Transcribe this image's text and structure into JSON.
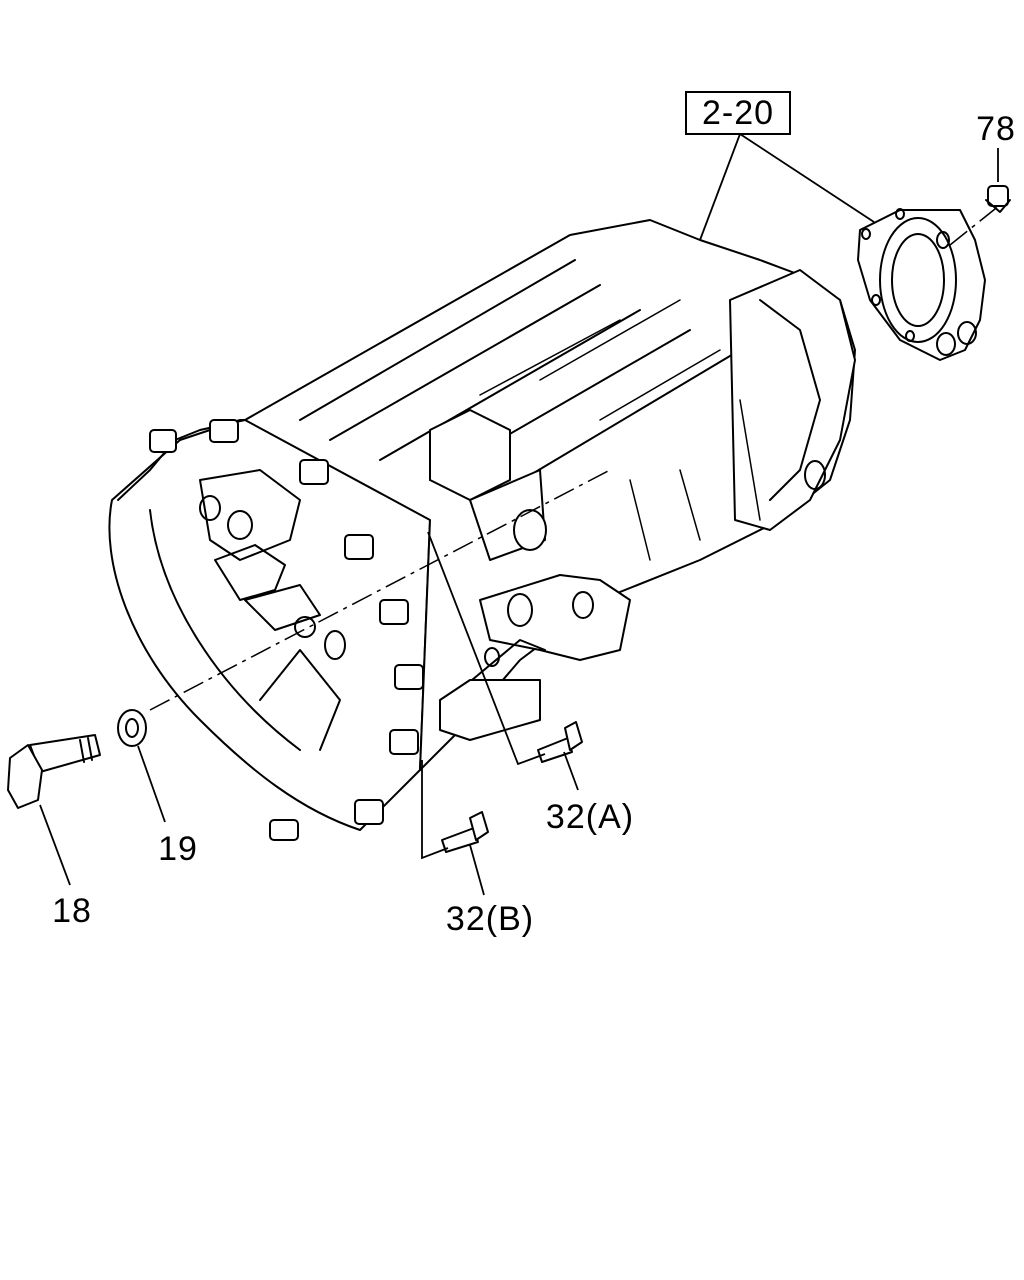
{
  "diagram": {
    "ref_callout": "2-20",
    "parts": [
      {
        "id": "78",
        "label": "78",
        "icon": "drain-plug-icon"
      },
      {
        "id": "18",
        "label": "18",
        "icon": "bolt-icon"
      },
      {
        "id": "19",
        "label": "19",
        "icon": "washer-icon"
      },
      {
        "id": "32a",
        "label": "32(A)",
        "icon": "bolt-icon"
      },
      {
        "id": "32b",
        "label": "32(B)",
        "icon": "bolt-icon"
      }
    ]
  }
}
